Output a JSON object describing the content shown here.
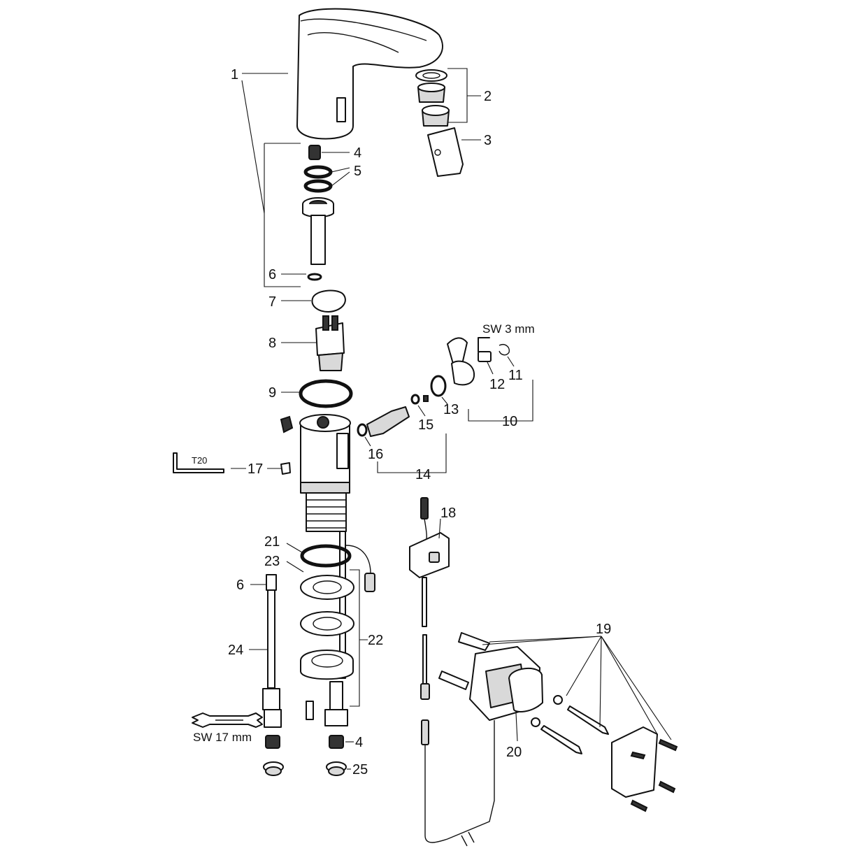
{
  "callouts": {
    "c1": "1",
    "c2": "2",
    "c3": "3",
    "c4a": "4",
    "c5": "5",
    "c6a": "6",
    "c7": "7",
    "c8": "8",
    "c9": "9",
    "c10": "10",
    "c11": "11",
    "c12": "12",
    "c13": "13",
    "c14": "14",
    "c15": "15",
    "c16": "16",
    "c17": "17",
    "c18": "18",
    "c19": "19",
    "c20": "20",
    "c21": "21",
    "c22": "22",
    "c23": "23",
    "c6b": "6",
    "c24": "24",
    "c4b": "4",
    "c25": "25"
  },
  "tool_notes": {
    "hex_key": "SW 3 mm",
    "torx_key": "T20",
    "wrench": "SW 17 mm"
  }
}
